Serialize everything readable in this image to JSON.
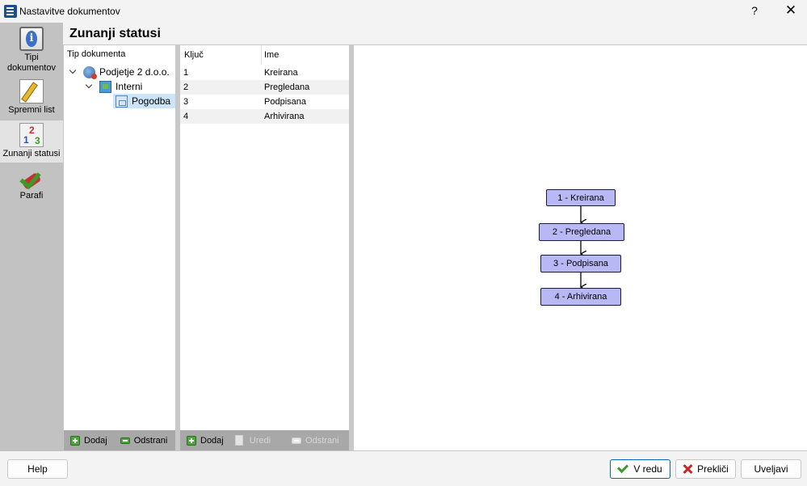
{
  "window": {
    "title": "Nastavitve dokumentov",
    "help_glyph": "?",
    "close_glyph": "✕"
  },
  "nav": {
    "items": [
      {
        "label": "Tipi dokumentov",
        "icon": "info-icon",
        "selected": false
      },
      {
        "label": "Spremni list",
        "icon": "sheet-pencil-icon",
        "selected": false
      },
      {
        "label": "Zunanji statusi",
        "icon": "numbers-icon",
        "selected": true
      },
      {
        "label": "Parafi",
        "icon": "check-stamp-icon",
        "selected": false
      }
    ]
  },
  "page": {
    "title": "Zunanji statusi"
  },
  "tree": {
    "header": "Tip dokumenta",
    "nodes": [
      {
        "label": "Podjetje 2 d.o.o.",
        "icon": "company-icon",
        "expanded": true
      },
      {
        "label": "Interni",
        "icon": "folder-icon",
        "expanded": true
      },
      {
        "label": "Pogodba",
        "icon": "document-icon",
        "selected": true
      }
    ],
    "toolbar": {
      "add": "Dodaj",
      "remove": "Odstrani"
    }
  },
  "statuses": {
    "columns": {
      "key": "Ključ",
      "name": "Ime"
    },
    "rows": [
      {
        "key": "1",
        "name": "Kreirana"
      },
      {
        "key": "2",
        "name": "Pregledana"
      },
      {
        "key": "3",
        "name": "Podpisana"
      },
      {
        "key": "4",
        "name": "Arhivirana"
      }
    ],
    "toolbar": {
      "add": "Dodaj",
      "edit": "Uredi",
      "remove": "Odstrani"
    }
  },
  "diagram": {
    "nodes": [
      "1 - Kreirana",
      "2 - Pregledana",
      "3 - Podpisana",
      "4 - Arhivirana"
    ],
    "fill_color": "#b8b8f4"
  },
  "footer": {
    "help": "Help",
    "ok": "V redu",
    "cancel": "Prekliči",
    "apply": "Uveljavi"
  }
}
